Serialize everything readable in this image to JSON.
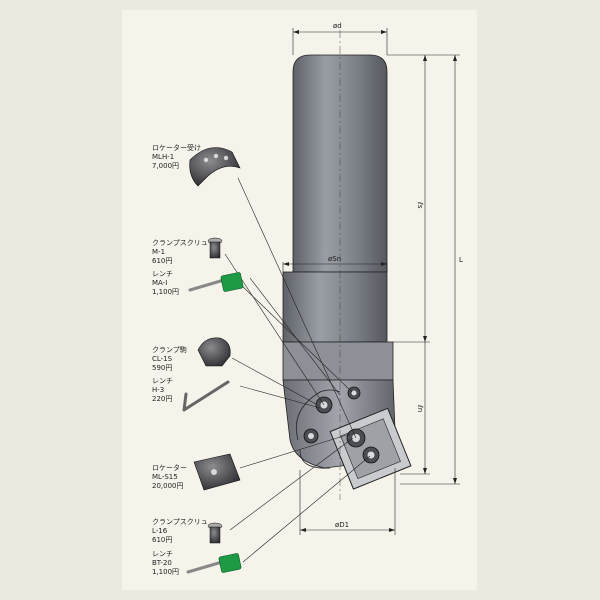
{
  "dimensions": {
    "shank_diameter": "ød",
    "neck_diameter": "øSn",
    "cutter_diameter": "øD1",
    "overall_length": "L",
    "shank_length": "ℓs",
    "head_length": "ℓn"
  },
  "parts": [
    {
      "name": "ロケーター受け",
      "code": "MLH-1",
      "price": "7,000円"
    },
    {
      "name": "クランプスクリュ",
      "code": "M-1",
      "price": "610円"
    },
    {
      "name": "レンチ",
      "code": "MA-I",
      "price": "1,100円"
    },
    {
      "name": "クランプ駒",
      "code": "CL-1S",
      "price": "590円"
    },
    {
      "name": "レンチ",
      "code": "H-3",
      "price": "220円"
    },
    {
      "name": "ロケーター",
      "code": "ML-S15",
      "price": "20,000円"
    },
    {
      "name": "クランプスクリュ",
      "code": "L-16",
      "price": "610円"
    },
    {
      "name": "レンチ",
      "code": "BT-20",
      "price": "1,100円"
    }
  ],
  "colors": {
    "background": "#ece9df",
    "sheet": "#f6f4ea",
    "tool_body": "#7c7f86",
    "part_dark": "#3b3b3f",
    "wrench_green": "#1e9a45",
    "line": "#222222"
  }
}
